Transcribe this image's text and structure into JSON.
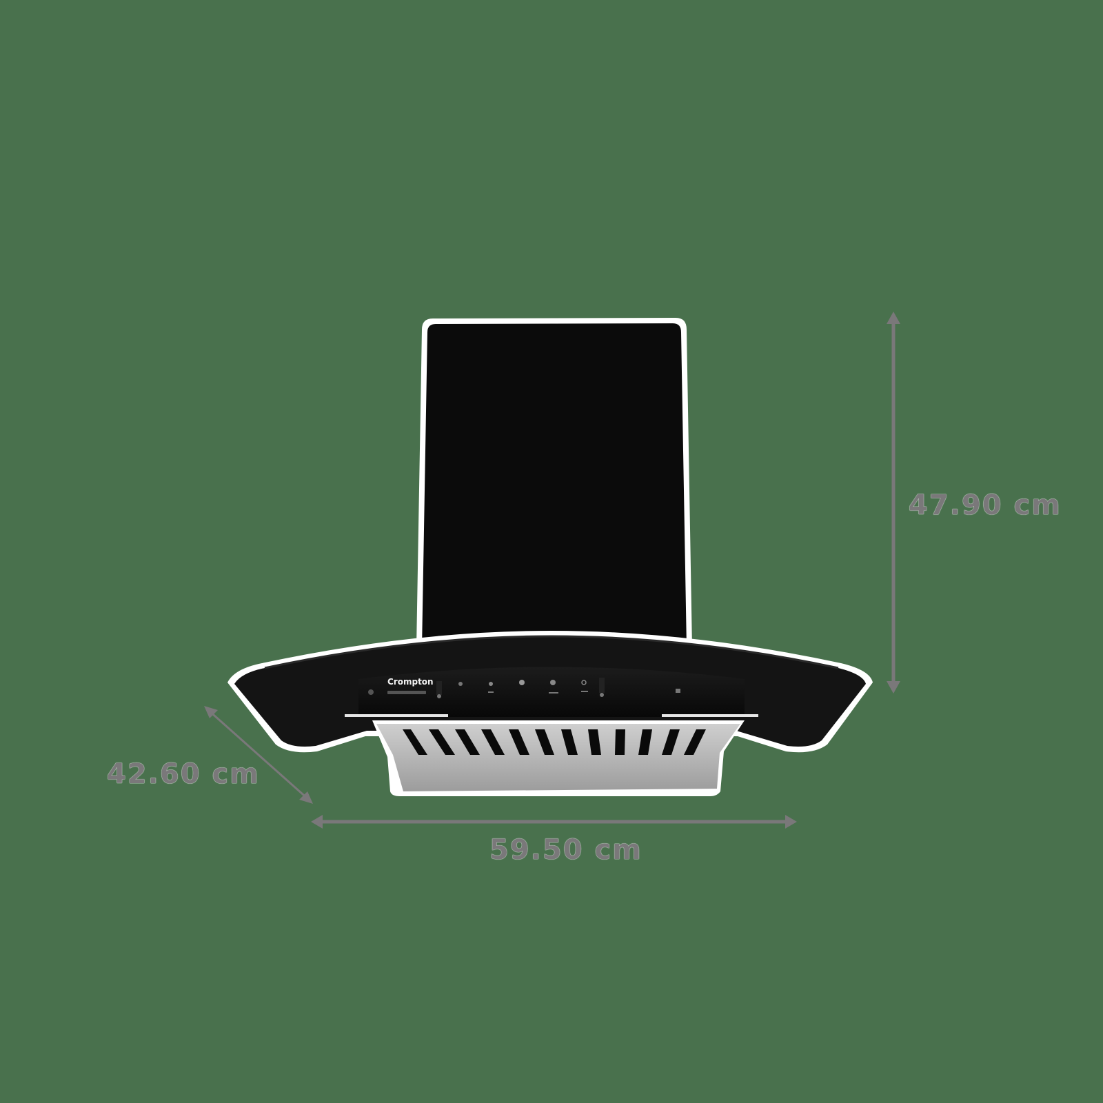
{
  "product": {
    "brand": "Crompton",
    "type": "Chimney range hood",
    "colors": {
      "background": "#49714d",
      "body": "#0b0b0b",
      "panel": "#161616",
      "steel": "#b9b9b9",
      "dimension": "#7a787a",
      "outline": "#ffffff"
    }
  },
  "dimensions": {
    "height": {
      "label": "47.90 cm"
    },
    "depth": {
      "label": "42.60 cm"
    },
    "width": {
      "label": "59.50 cm"
    }
  },
  "control_panel": {
    "buttons": [
      "power-button",
      "speed-1-button",
      "speed-2-button",
      "speed-3-button",
      "auto-clean-button",
      "timer-button",
      "light-button"
    ]
  }
}
